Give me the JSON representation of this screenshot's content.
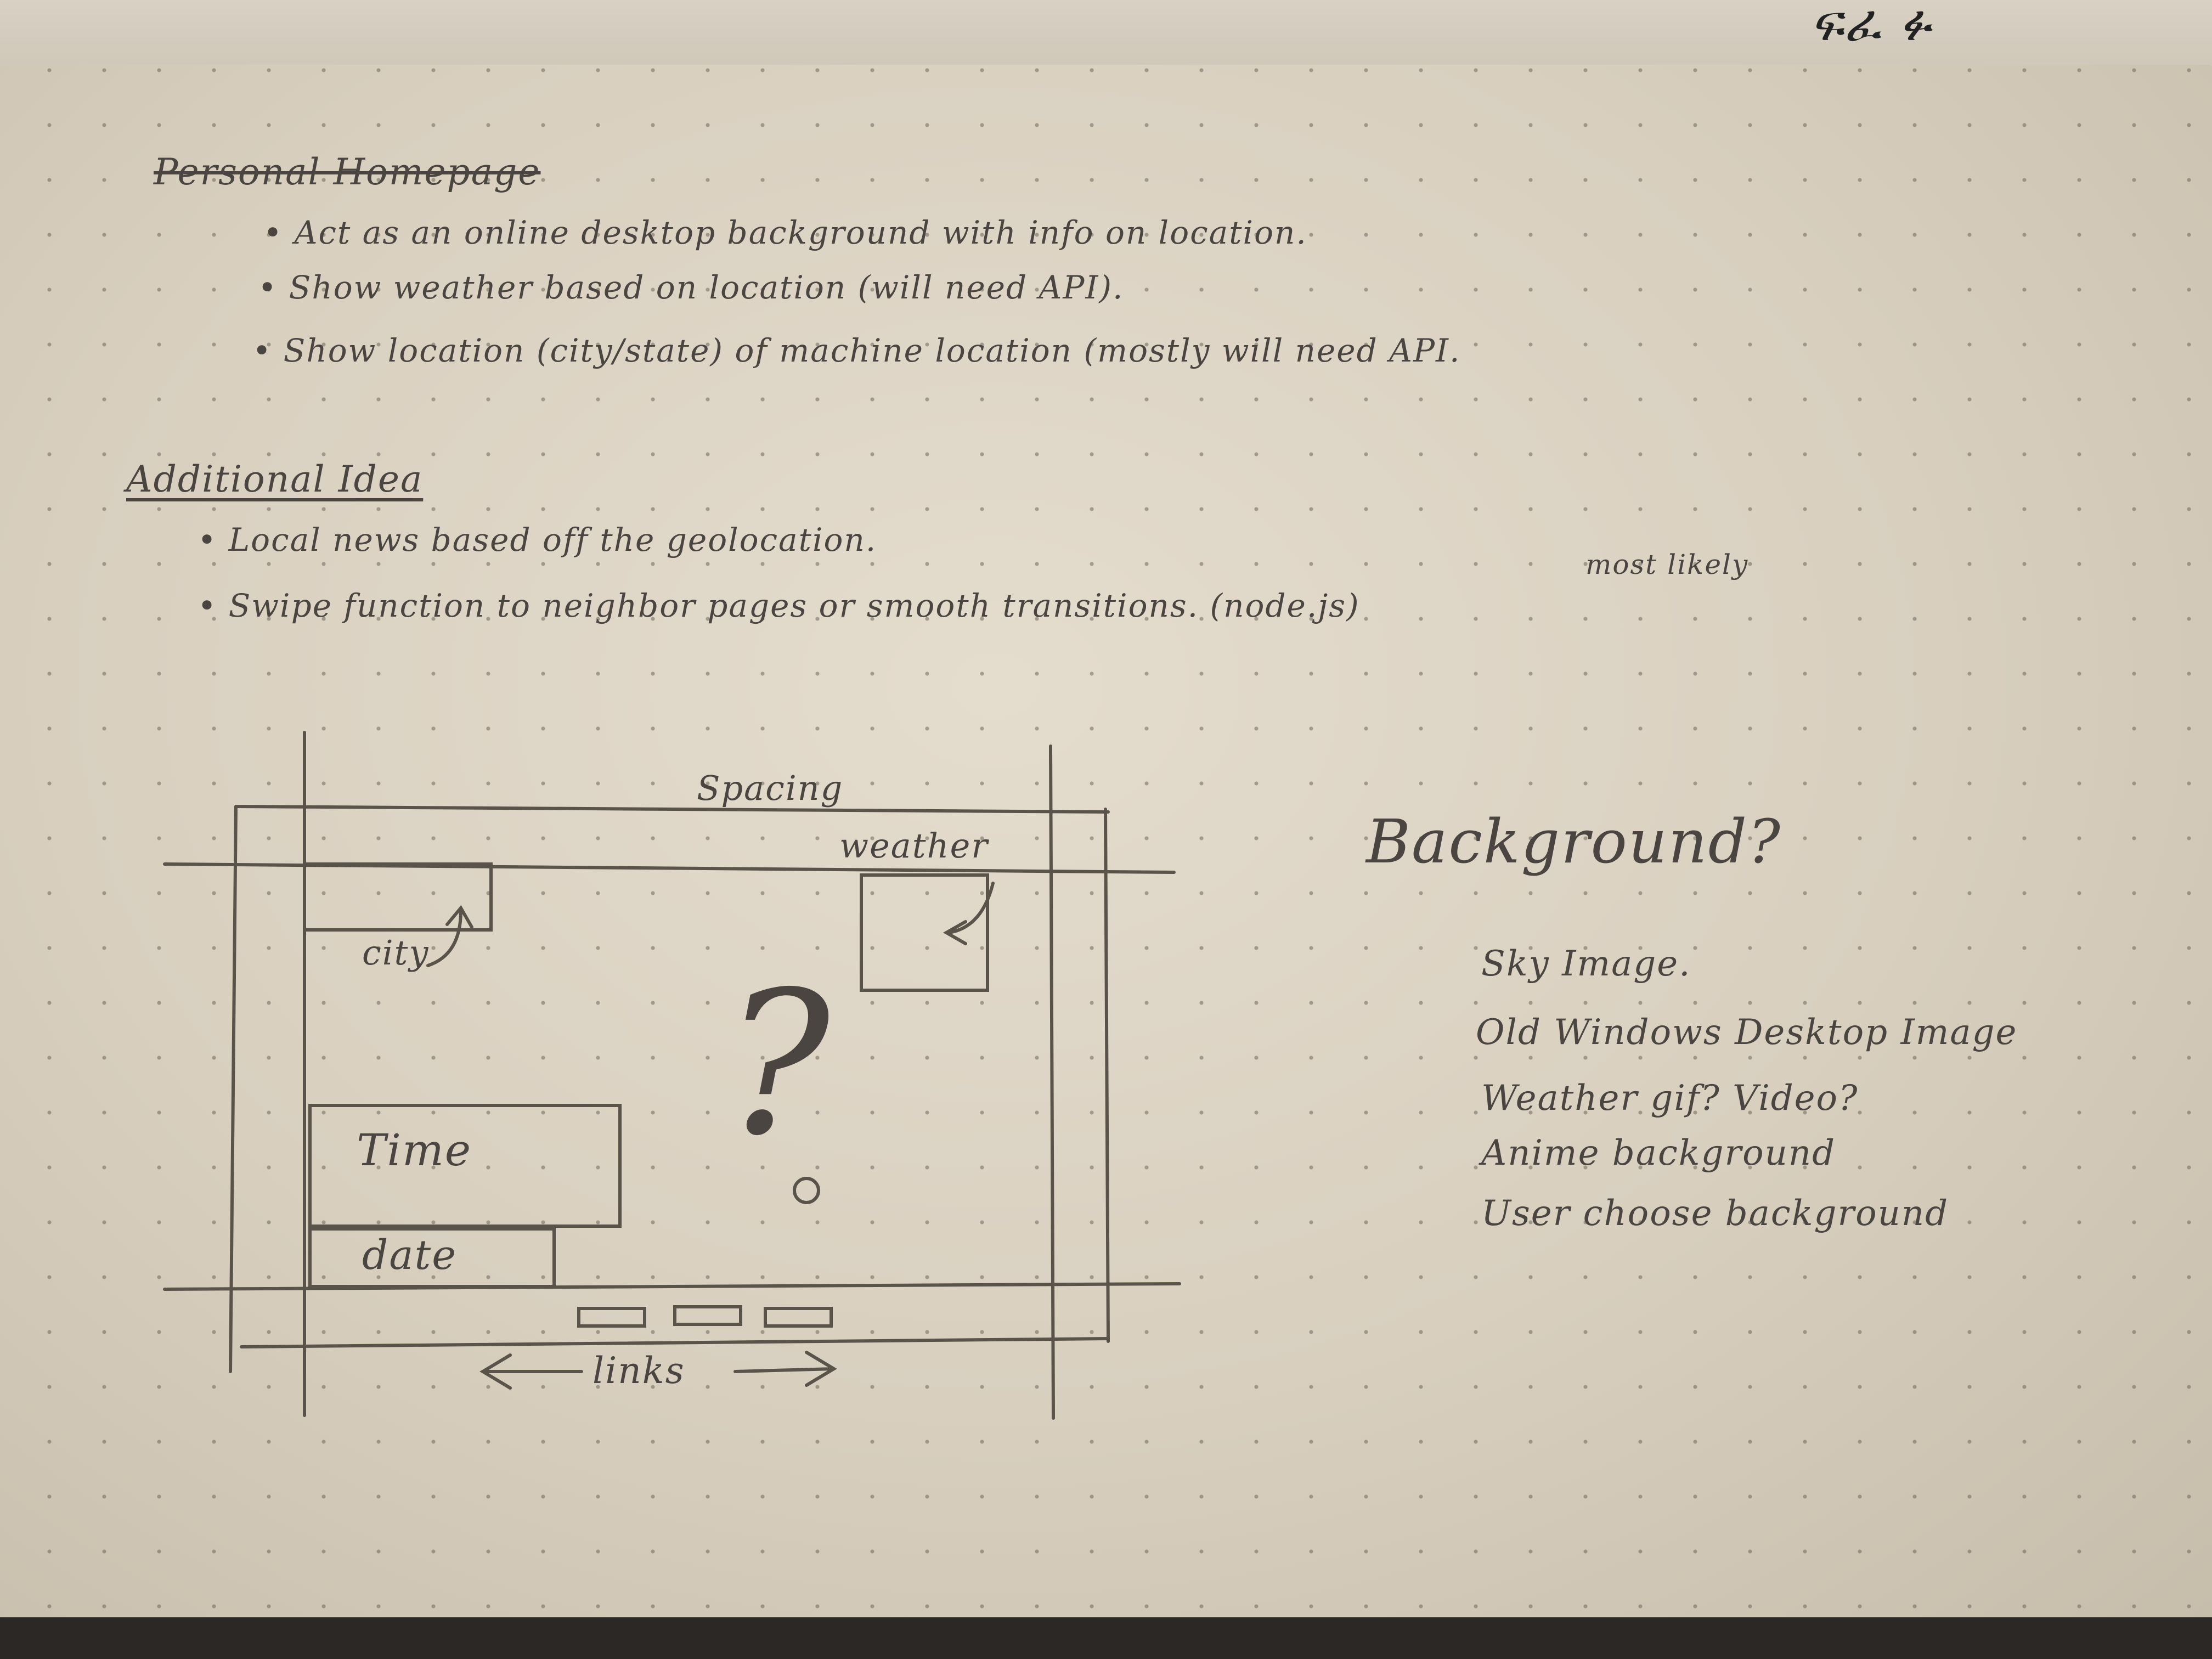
{
  "header_scribble": "ፍፈ ፉ",
  "title": "Personal Homepage",
  "bullets": [
    "Act as an online desktop background with info on location.",
    "Show weather based on location (will need API).",
    "Show location (city/state) of machine location (mostly will need API."
  ],
  "additional": {
    "heading": "Additional Idea",
    "bullets": [
      "Local news based off the geolocation.",
      "Swipe function to neighbor pages or smooth transitions. (node.js)"
    ],
    "note": "most likely"
  },
  "wireframe": {
    "spacing": "Spacing",
    "weather": "weather",
    "city": "city",
    "time": "Time",
    "date": "date",
    "links": "links",
    "question": "?"
  },
  "background": {
    "heading": "Background?",
    "options": [
      "Sky Image.",
      "Old Windows Desktop Image",
      "Weather gif? Video?",
      "Anime background",
      "User choose background"
    ]
  }
}
